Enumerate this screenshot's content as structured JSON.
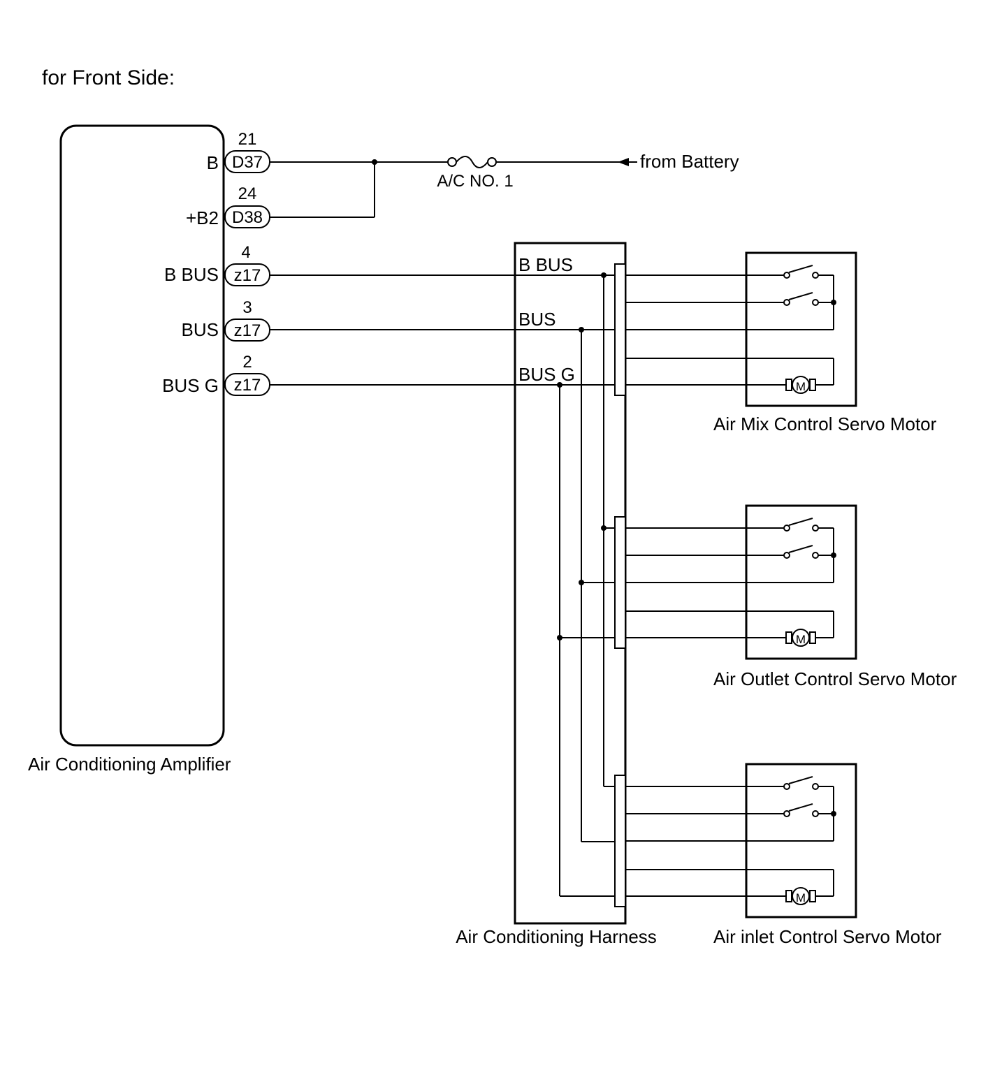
{
  "title": "for Front Side:",
  "amplifier": {
    "name": "Air Conditioning Amplifier",
    "terminals": [
      {
        "label": "B",
        "pin": "21",
        "connector": "D37"
      },
      {
        "label": "+B2",
        "pin": "24",
        "connector": "D38"
      },
      {
        "label": "B BUS",
        "pin": "4",
        "connector": "z17"
      },
      {
        "label": "BUS",
        "pin": "3",
        "connector": "z17"
      },
      {
        "label": "BUS G",
        "pin": "2",
        "connector": "z17"
      }
    ]
  },
  "fuse": {
    "name": "A/C NO. 1"
  },
  "battery_label": "from Battery",
  "harness": {
    "name": "Air Conditioning Harness",
    "lines": [
      "B BUS",
      "BUS",
      "BUS G"
    ]
  },
  "motors": [
    {
      "name": "Air Mix Control Servo Motor",
      "symbol": "M"
    },
    {
      "name": "Air Outlet Control Servo Motor",
      "symbol": "M"
    },
    {
      "name": "Air inlet Control Servo Motor",
      "symbol": "M"
    }
  ],
  "colors": {
    "line": "#000000",
    "background": "#ffffff"
  }
}
